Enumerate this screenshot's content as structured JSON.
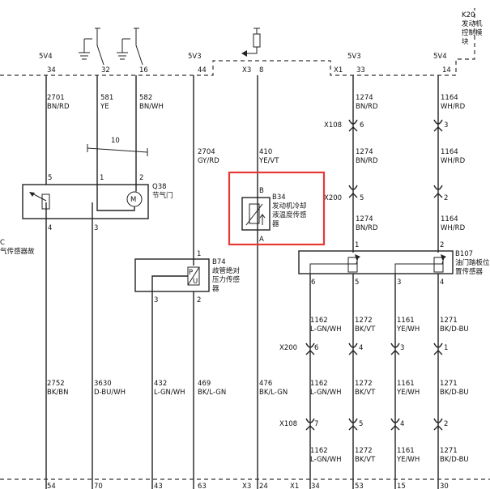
{
  "module": {
    "lines": [
      "K20",
      "发动机",
      "控制模",
      "块"
    ]
  },
  "top_pins": [
    {
      "id": "34",
      "supply": "5V4"
    },
    {
      "id": "32",
      "supply": ""
    },
    {
      "id": "16",
      "supply": ""
    },
    {
      "id": "44",
      "supply": "5V3"
    },
    {
      "id": "8",
      "prefix": "X3",
      "supply": ""
    },
    {
      "id": "33",
      "prefix": "X1",
      "supply": "5V3"
    },
    {
      "id": "14",
      "supply": "5V4"
    }
  ],
  "bottom_pins": [
    {
      "id": "54"
    },
    {
      "id": "70"
    },
    {
      "id": "43"
    },
    {
      "id": "63"
    },
    {
      "id": "24",
      "prefix": "X3"
    },
    {
      "id": "34",
      "prefix": "X1"
    },
    {
      "id": "53"
    },
    {
      "id": "15"
    },
    {
      "id": "30"
    }
  ],
  "upper_wires": [
    {
      "num": "2701",
      "color": "BN/RD"
    },
    {
      "num": "581",
      "color": "YE"
    },
    {
      "num": "582",
      "color": "BN/WH"
    },
    {
      "num": "2704",
      "color": "GY/RD"
    },
    {
      "num": "410",
      "color": "YE/VT"
    },
    {
      "num": "1274",
      "color": "BN/RD"
    },
    {
      "num": "1164",
      "color": "WH/RD"
    }
  ],
  "mid_wires": [
    {
      "num": "1274",
      "color": "BN/RD"
    },
    {
      "num": "1164",
      "color": "WH/RD"
    },
    {
      "num": "1274",
      "color": "BN/RD"
    },
    {
      "num": "1164",
      "color": "WH/RD"
    }
  ],
  "lower_wires": [
    {
      "num": "2752",
      "color": "BK/BN"
    },
    {
      "num": "3630",
      "color": "D-BU/WH"
    },
    {
      "num": "432",
      "color": "L-GN/WH"
    },
    {
      "num": "469",
      "color": "BK/L-GN"
    },
    {
      "num": "476",
      "color": "BK/L-GN"
    }
  ],
  "right_wires": [
    {
      "num": "1162",
      "color": "L-GN/WH"
    },
    {
      "num": "1272",
      "color": "BK/VT"
    },
    {
      "num": "1161",
      "color": "YE/WH"
    },
    {
      "num": "1271",
      "color": "BK/D-BU"
    }
  ],
  "connectors": {
    "x108": "X108",
    "x200": "X200",
    "x108_top": [
      "6",
      "3"
    ],
    "x200_top": [
      "5",
      "2"
    ],
    "x200_bottom": [
      "6",
      "4",
      "3",
      "1"
    ],
    "x108_bottom": [
      "7",
      "5",
      "4",
      "2"
    ]
  },
  "components": {
    "q38": {
      "code": "Q38",
      "name": "节气门",
      "pins": [
        "5",
        "1",
        "2",
        "4",
        "3"
      ],
      "motor": "M",
      "cut_code": "C",
      "cut_name": "气传感器故"
    },
    "link": {
      "num": "10"
    },
    "b74": {
      "code": "B74",
      "lines": [
        "歧管绝对",
        "压力传感",
        "器"
      ],
      "pins": [
        "1",
        "3",
        "2"
      ],
      "sym_p": "P",
      "sym_u": "U"
    },
    "b34": {
      "code": "B34",
      "lines": [
        "发动机冷却",
        "液温度传感",
        "器"
      ],
      "pins": [
        "B",
        "A"
      ]
    },
    "b107": {
      "code": "B107",
      "lines": [
        "油门踏板位",
        "置传感器"
      ],
      "pins_top": [
        "1",
        "2"
      ],
      "pins_bottom": [
        "6",
        "5",
        "3",
        "4"
      ]
    }
  },
  "highlight_color": "#e53935"
}
